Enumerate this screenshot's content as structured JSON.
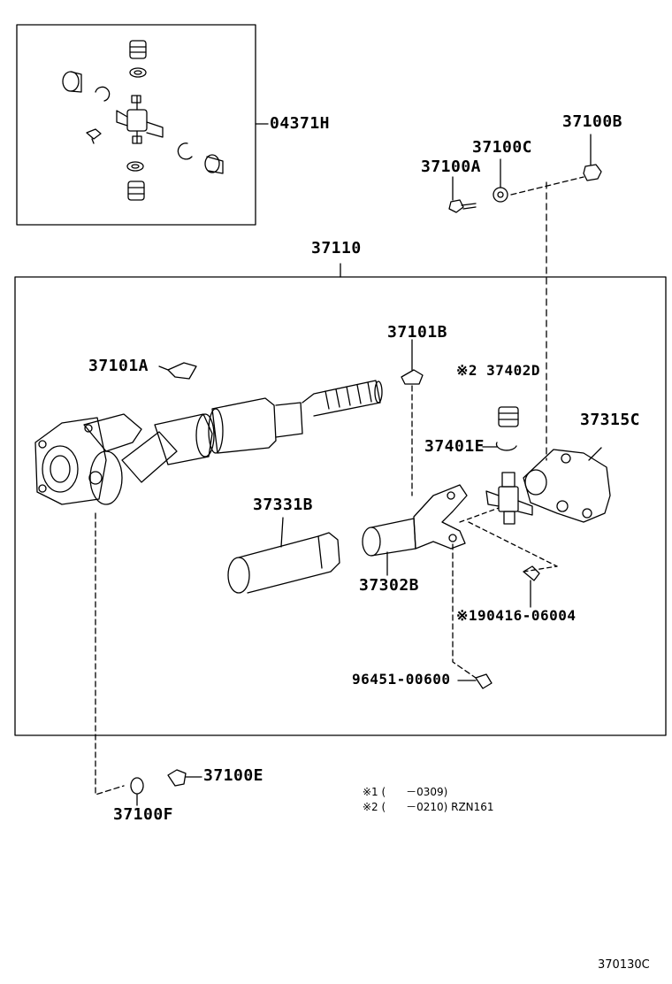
{
  "parts": {
    "p04371H": "04371H",
    "p37100A": "37100A",
    "p37100B": "37100B",
    "p37100C": "37100C",
    "p37110": "37110",
    "p37101A": "37101A",
    "p37101B": "37101B",
    "p37402D": "※2 37402D",
    "p37315C": "37315C",
    "p37401E": "37401E",
    "p37331B": "37331B",
    "p37302B": "37302B",
    "p90416": "※190416-06004",
    "p96451": "96451-00600",
    "p37100E": "37100E",
    "p37100F": "37100F"
  },
  "notes": {
    "note1": "※1 (      －0309)",
    "note2": "※2 (      －0210) RZN161"
  },
  "diagram_code": "370130C"
}
